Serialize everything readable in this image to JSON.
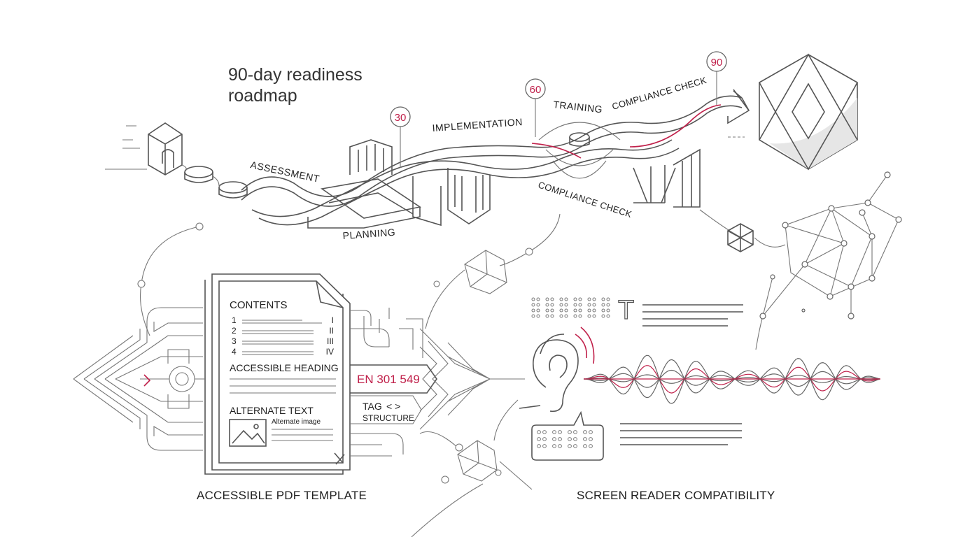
{
  "roadmap": {
    "title_line1": "90-day readiness",
    "title_line2": "roadmap",
    "phases": [
      "ASSESSMENT",
      "PLANNING",
      "IMPLEMENTATION",
      "TRAINING",
      "COMPLIANCE CHECK",
      "COMPLIANCE CHECK"
    ],
    "milestones": [
      "30",
      "60",
      "90"
    ]
  },
  "document": {
    "contents_heading": "CONTENTS",
    "toc": [
      {
        "num": "1",
        "roman": "I"
      },
      {
        "num": "2",
        "roman": "II"
      },
      {
        "num": "3",
        "roman": "III"
      },
      {
        "num": "4",
        "roman": "IV"
      }
    ],
    "accessible_heading": "ACCESSIBLE HEADING",
    "alternate_text": "ALTERNATE TEXT",
    "alternate_image": "Alternate image"
  },
  "badges": {
    "standard": "EN 301 549",
    "tag": "TAG",
    "tag_symbol": "< >",
    "structure": "STRUCTURE",
    "text_glyph": "T"
  },
  "captions": {
    "left": "ACCESSIBLE PDF TEMPLATE",
    "right": "SCREEN READER COMPATIBILITY"
  },
  "colors": {
    "accent": "#c0204a",
    "line": "#555555"
  }
}
